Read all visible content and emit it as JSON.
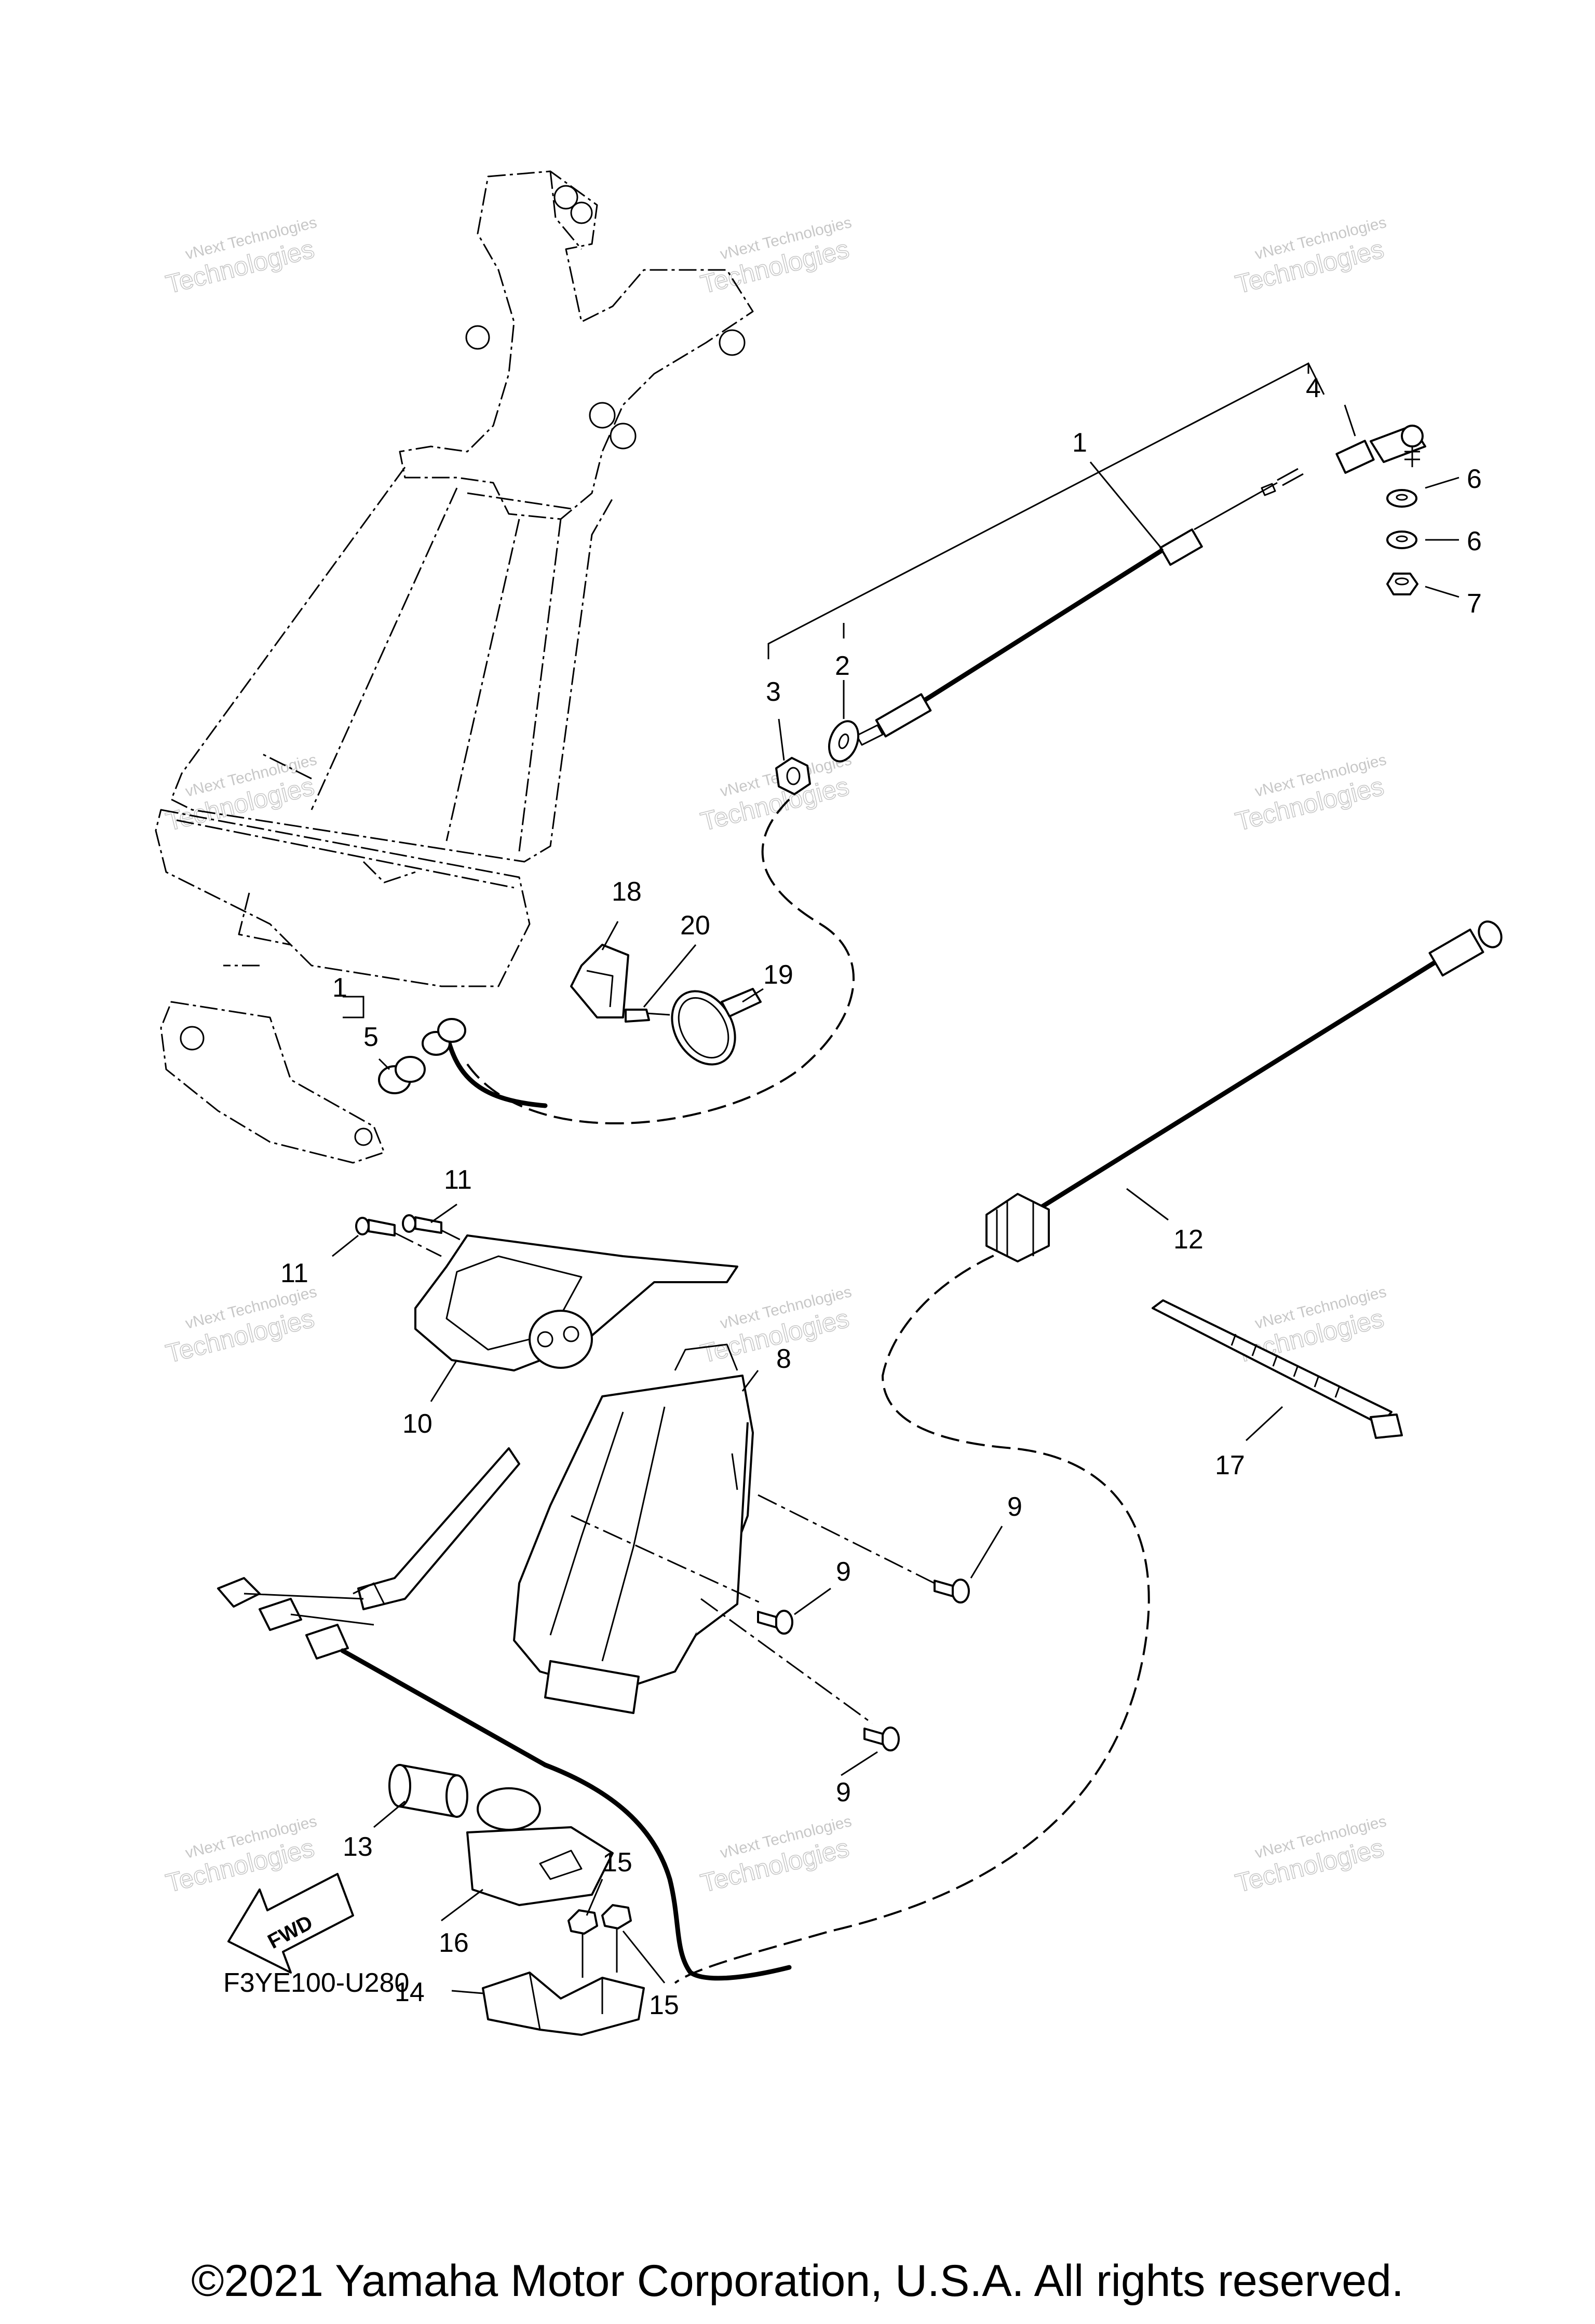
{
  "diagram": {
    "code": "F3YE100-U280",
    "copyright": "©2021 Yamaha Motor Corporation, U.S.A. All rights reserved.",
    "fwd_label": "FWD",
    "watermark": {
      "line1": "vNext Technologies",
      "line2": "Technologies"
    },
    "callouts": {
      "c1": "1",
      "c1b": "1",
      "c2": "2",
      "c3": "3",
      "c4": "4",
      "c5": "5",
      "c6a": "6",
      "c6b": "6",
      "c7": "7",
      "c8": "8",
      "c9a": "9",
      "c9b": "9",
      "c9c": "9",
      "c10": "10",
      "c11a": "11",
      "c11b": "11",
      "c12": "12",
      "c13": "13",
      "c14": "14",
      "c15a": "15",
      "c15b": "15",
      "c16": "16",
      "c17": "17",
      "c18": "18",
      "c19": "19",
      "c20": "20"
    }
  }
}
